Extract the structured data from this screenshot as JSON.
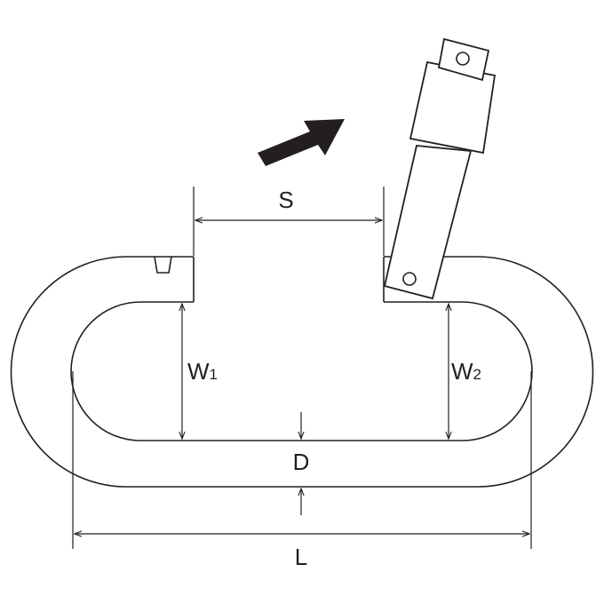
{
  "diagram": {
    "labels": {
      "gate_opening": "S",
      "width_left": "W",
      "width_left_sub": "1",
      "width_right": "W",
      "width_right_sub": "2",
      "wire_diameter": "D",
      "length": "L"
    },
    "icons": {
      "direction_arrow": "arrow-up-right-icon"
    },
    "colors": {
      "line": "#231f20",
      "background": "#ffffff"
    }
  }
}
